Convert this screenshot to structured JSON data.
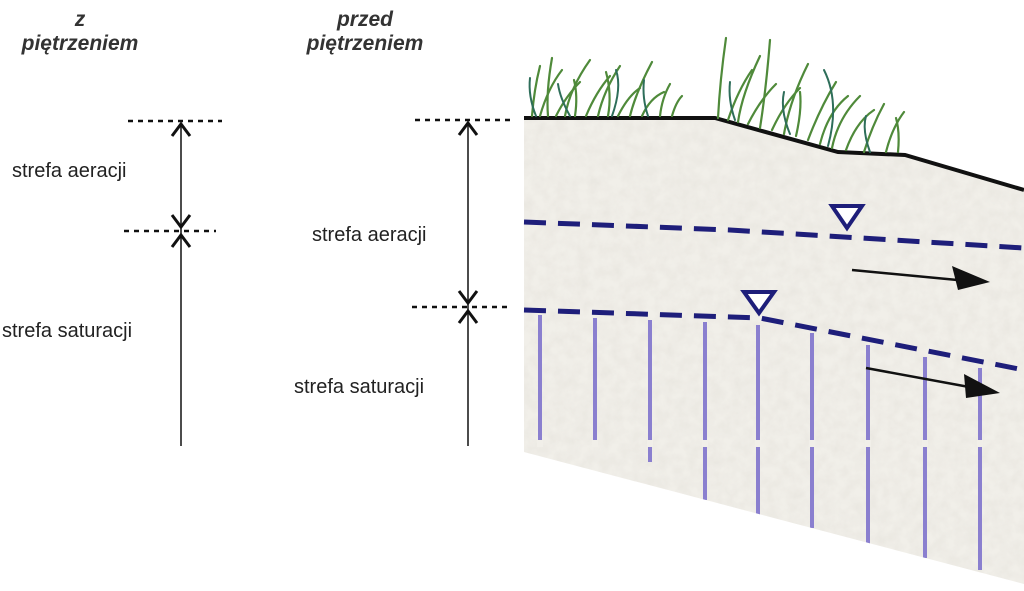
{
  "headers": {
    "left": {
      "line1": "z",
      "line2": "piętrzeniem"
    },
    "middle": {
      "line1": "przed",
      "line2": "piętrzeniem"
    }
  },
  "left_column": {
    "aeration_label": "strefa aeracji",
    "saturation_label": "strefa saturacji"
  },
  "middle_column": {
    "aeration_label": "strefa aeracji",
    "saturation_label": "strefa saturacji"
  },
  "colors": {
    "water_table": "#1e1e7a",
    "saturation_hatch": "#8a7fcf",
    "ground_line": "#111111",
    "soil": "#f1efe9",
    "grass": "#4f8a3a",
    "flow_arrow": "#111111"
  }
}
